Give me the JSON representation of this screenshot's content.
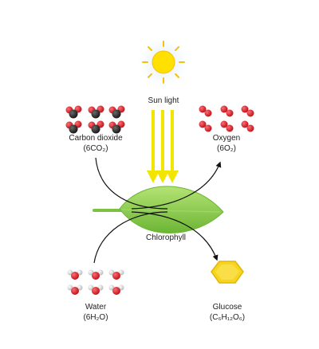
{
  "labels": {
    "sun": "Sun light",
    "co2_name": "Carbon dioxide",
    "co2_formula": "(6CO₂)",
    "o2_name": "Oxygen",
    "o2_formula": "(6O₂)",
    "chlorophyll": "Chlorophyll",
    "water_name": "Water",
    "water_formula": "(6H₂O)",
    "glucose_name": "Glucose",
    "glucose_formula": "(C₆H₁₂O₆)"
  },
  "colors": {
    "sun_core": "#ffe000",
    "sun_ray": "#f4c20d",
    "sun_halo": "#dbeaf7",
    "light_arrow": "#f2e600",
    "leaf": "#8fd14f",
    "leaf_dark": "#5a9e2c",
    "stem": "#7cc142",
    "carbon": "#2b2b2b",
    "oxygen": "#d8202a",
    "hydrogen": "#e8e8e8",
    "glucose": "#f7d51d",
    "arrow": "#111111"
  }
}
